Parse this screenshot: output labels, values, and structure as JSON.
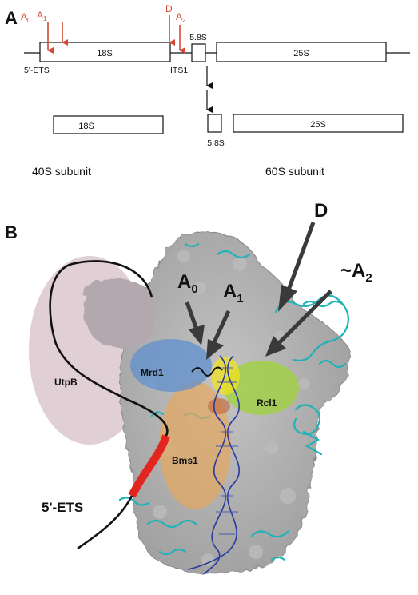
{
  "panel_a": {
    "letter": "A",
    "cleavage_sites": {
      "a0": {
        "base": "A",
        "sub": "0"
      },
      "a1": {
        "base": "A",
        "sub": "1"
      },
      "d": "D",
      "a2": {
        "base": "A",
        "sub": "2"
      }
    },
    "precursor": {
      "box_18s": "18S",
      "box_58s": "5.8S",
      "box_25s": "25S",
      "label_5ets": "5'-ETS",
      "label_its1": "ITS1"
    },
    "products": {
      "box_18s": "18S",
      "box_58s": "5.8S",
      "box_25s": "25S"
    },
    "subunit_40s": "40S subunit",
    "subunit_60s": "60S subunit"
  },
  "panel_b": {
    "letter": "B",
    "site_d": "D",
    "site_a0": {
      "base": "A",
      "sub": "0"
    },
    "site_a1": {
      "base": "A",
      "sub": "1"
    },
    "site_a2": {
      "prefix": "~A",
      "sub": "2"
    },
    "labels": {
      "utpb": "UtpB",
      "mrd1": "Mrd1",
      "rcl1": "Rcl1",
      "bms1": "Bms1",
      "ets": "5'-ETS"
    }
  },
  "colors": {
    "red_arrow": "#d24a34",
    "utpb": "#c9a7b4",
    "mrd1": "#5c8fd0",
    "rcl1": "#9fd23a",
    "bms1": "#e3a760",
    "yellow_site": "#f2e31a",
    "protein_cartoon": "#1fb3b8",
    "rna_helix": "#2a3a9e",
    "surface": "#a8a8a8",
    "ets_red": "#e2261f"
  }
}
